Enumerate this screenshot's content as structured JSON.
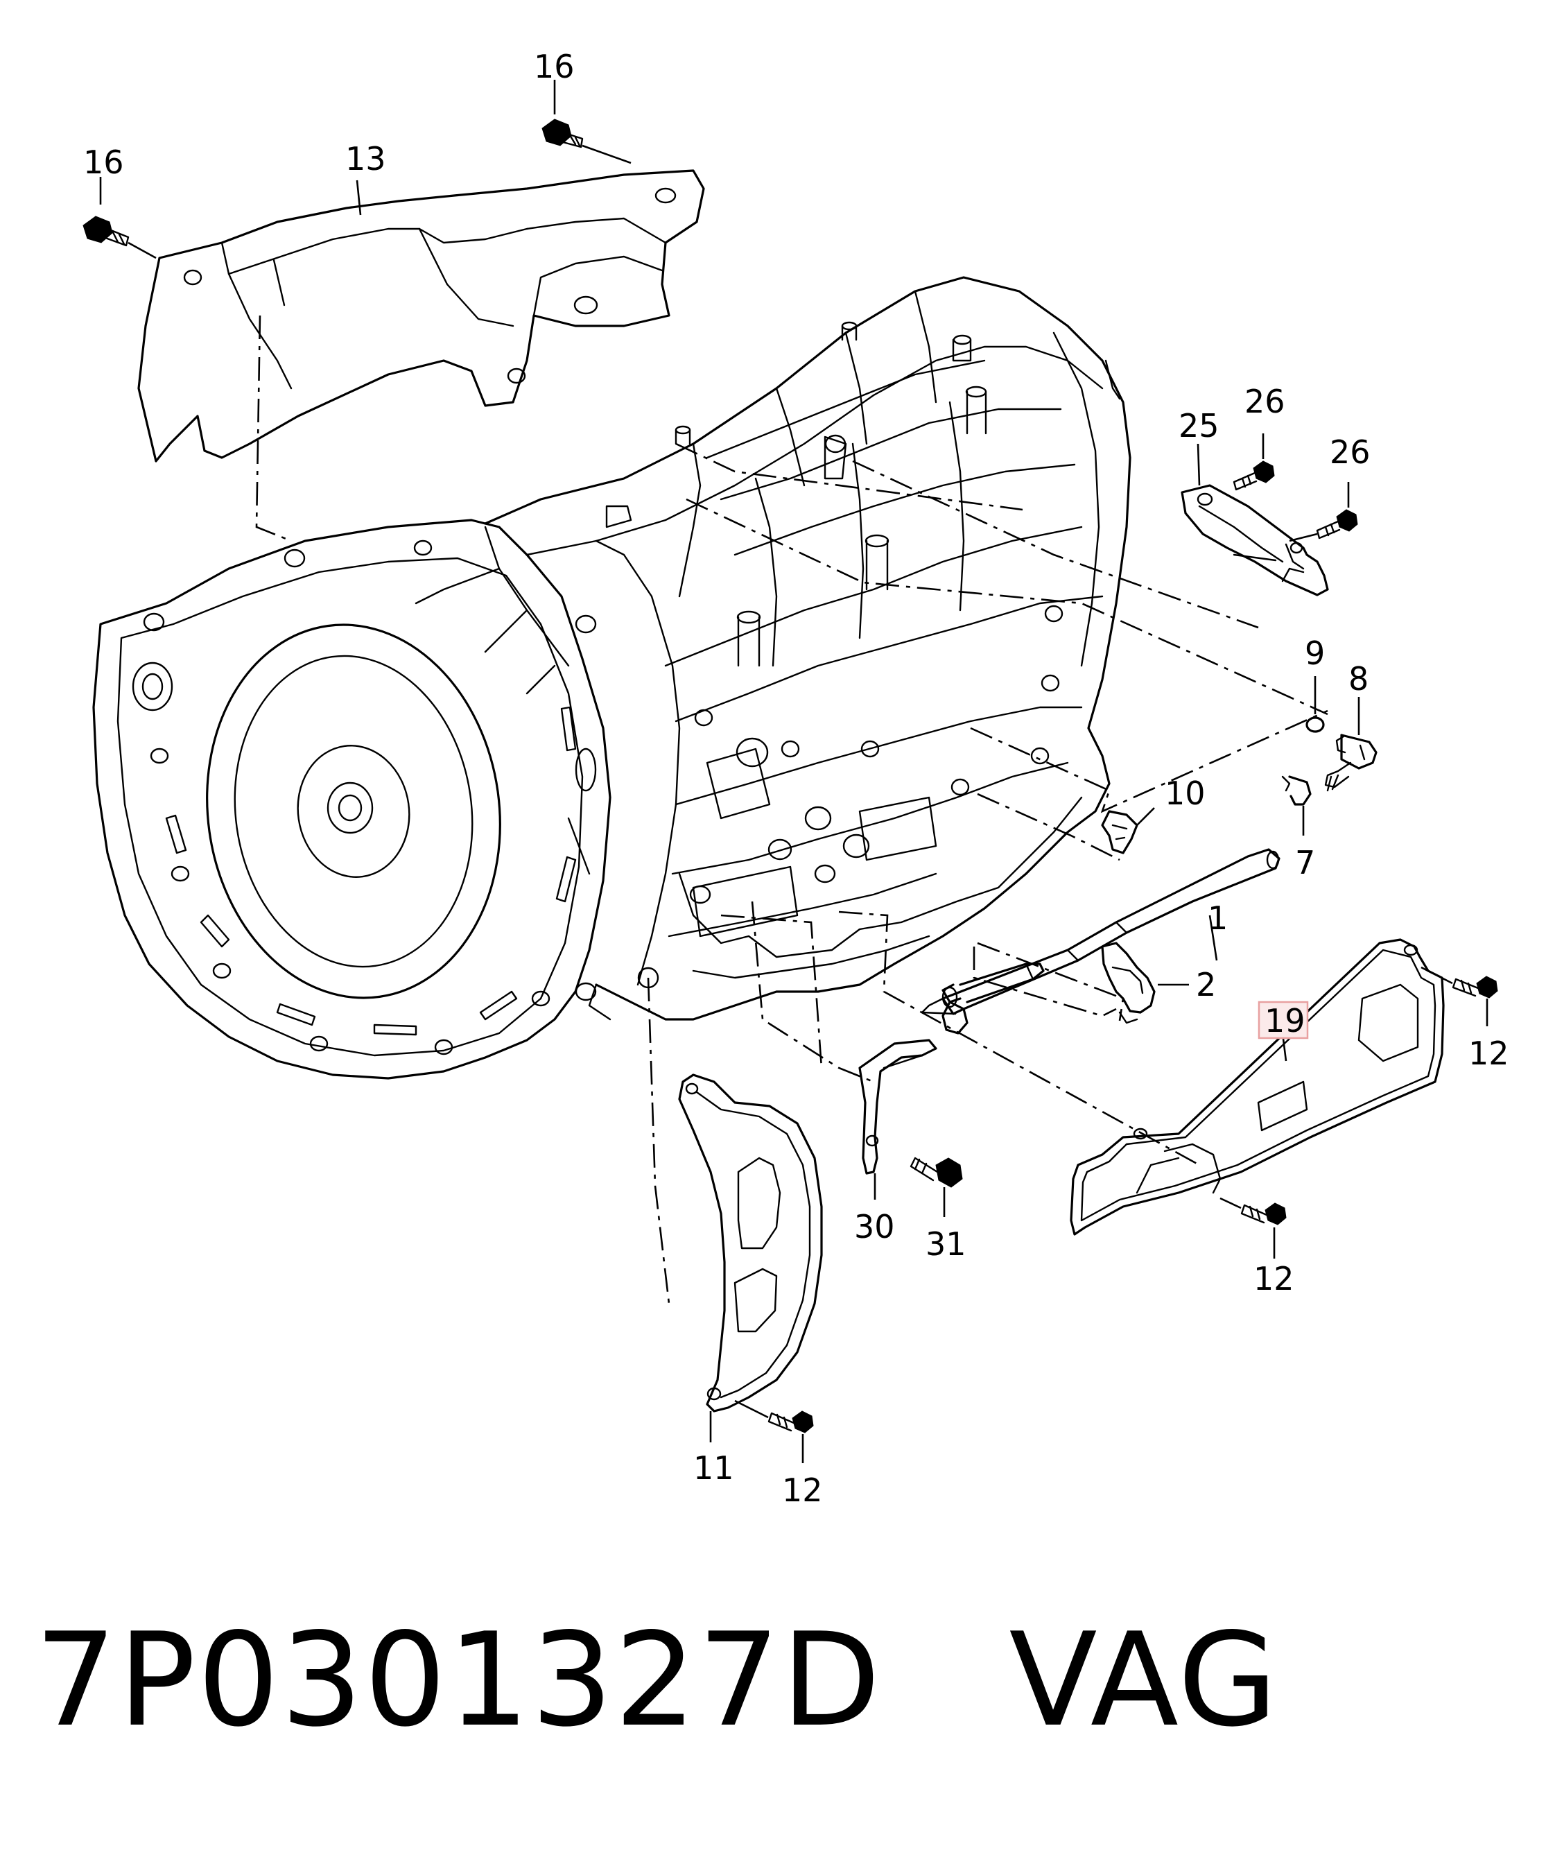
{
  "diagram": {
    "callouts": {
      "c16a": "16",
      "c16b": "16",
      "c13": "13",
      "c25": "25",
      "c26a": "26",
      "c26b": "26",
      "c9": "9",
      "c8": "8",
      "c10": "10",
      "c7": "7",
      "c1": "1",
      "c2": "2",
      "c19": "19",
      "c12a": "12",
      "c12b": "12",
      "c12c": "12",
      "c11": "11",
      "c30": "30",
      "c31": "31"
    },
    "highlight_color": "#e8a0a0",
    "highlight_fill": "#fbeaea"
  },
  "footer": {
    "part_number": "7P0301327D   VAG"
  }
}
